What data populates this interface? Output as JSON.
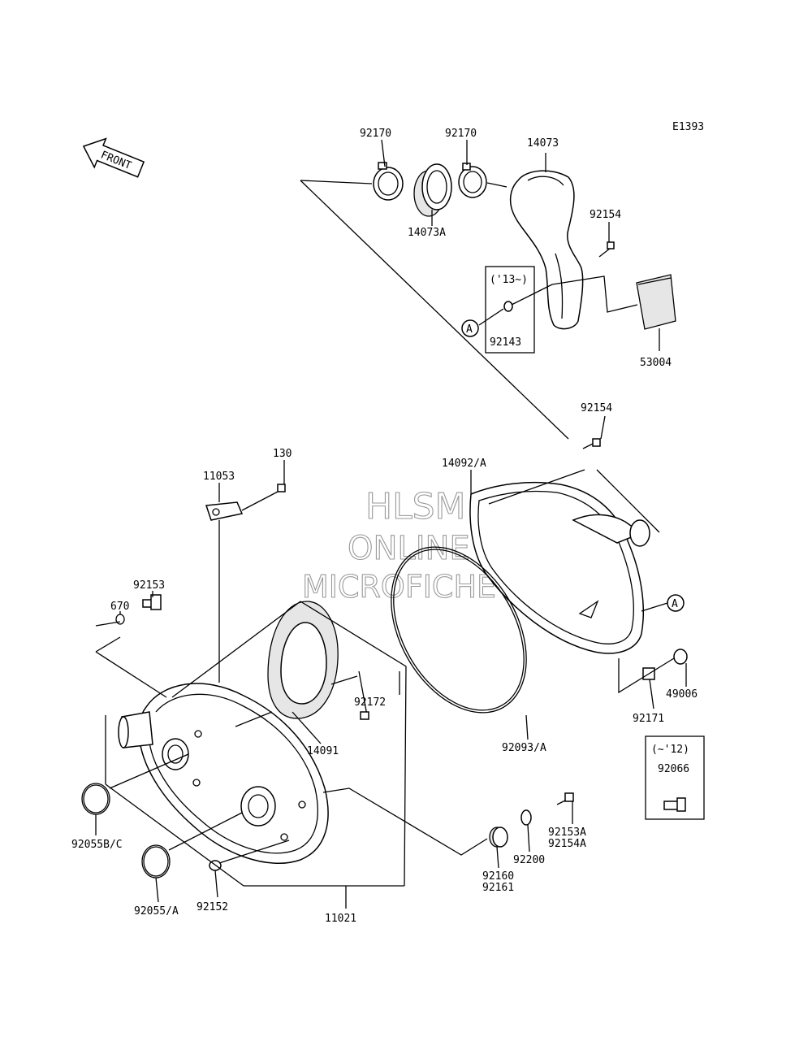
{
  "diagram_code": "E1393",
  "front_arrow_text": "FRONT",
  "watermark": {
    "line1": "HLSM",
    "line2": "ONLINE",
    "line3": "MICROFICHE"
  },
  "callout_marker": "A",
  "notes": {
    "from_13": "('13~)",
    "to_12": "(~'12)"
  },
  "parts": {
    "p92170_left": "92170",
    "p92170_right": "92170",
    "p14073A": "14073A",
    "p14073": "14073",
    "p92154_top": "92154",
    "p92143": "92143",
    "p53004": "53004",
    "p92154_mid": "92154",
    "p14092A": "14092/A",
    "p130": "130",
    "p11053": "11053",
    "p92153": "92153",
    "p670": "670",
    "p92172": "92172",
    "p14091": "14091",
    "p92093A": "92093/A",
    "p49006": "49006",
    "p92171": "92171",
    "p92066": "92066",
    "p92055BC": "92055B/C",
    "p92055A": "92055/A",
    "p92152": "92152",
    "p11021": "11021",
    "p92153A": "92153A",
    "p92154A": "92154A",
    "p92200": "92200",
    "p92160": "92160",
    "p92161": "92161"
  }
}
